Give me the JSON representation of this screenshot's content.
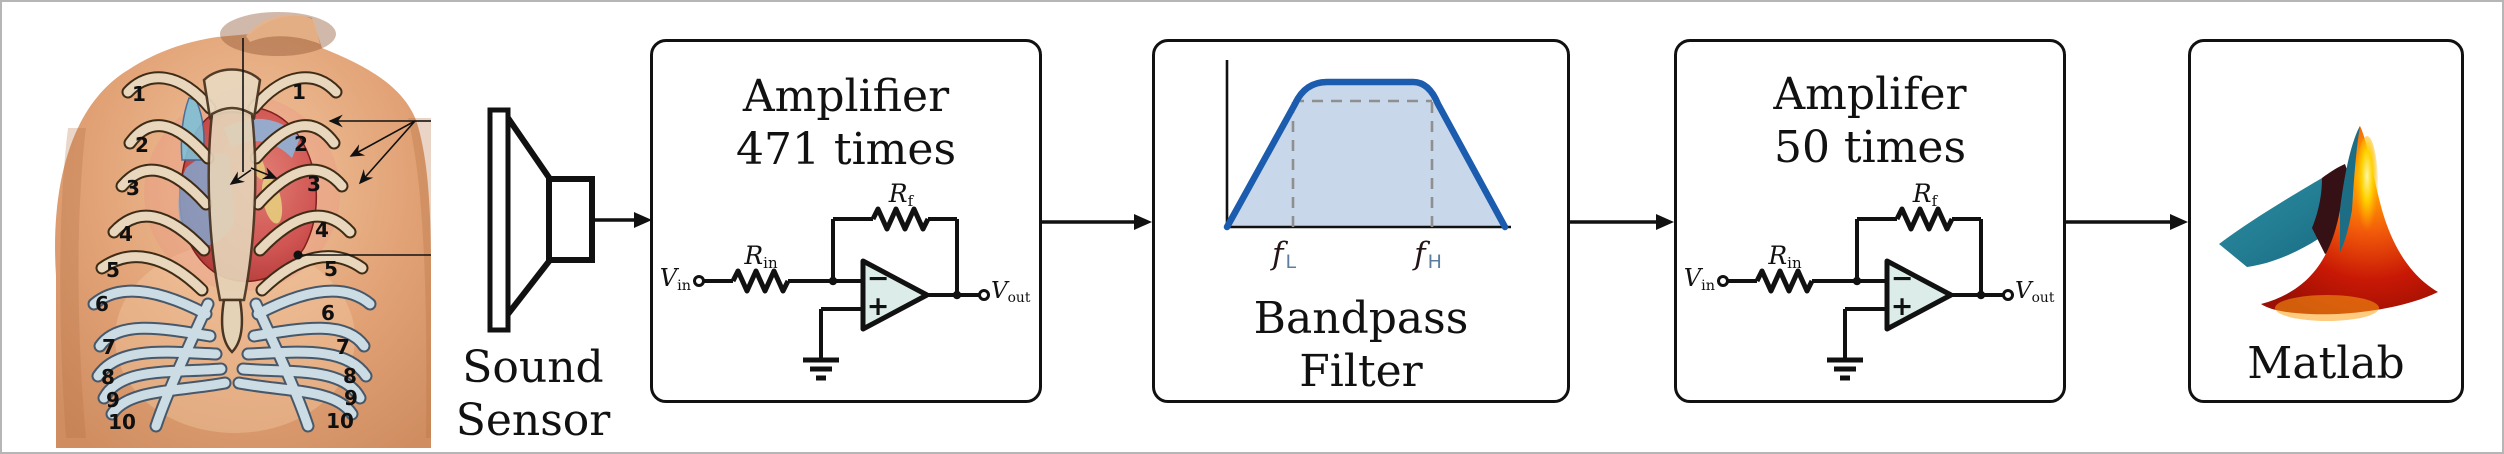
{
  "canvas": {
    "background": "#ffffff",
    "border_color": "#b6b6b6"
  },
  "chest": {
    "rib_numbers_left": [
      "1",
      "2",
      "3",
      "4",
      "5",
      "6",
      "7",
      "8",
      "9",
      "10"
    ],
    "rib_numbers_right": [
      "1",
      "2",
      "3",
      "4",
      "5",
      "6",
      "7",
      "8",
      "9",
      "10"
    ]
  },
  "sound_sensor": {
    "label_line1": "Sound",
    "label_line2": "Sensor"
  },
  "amplifier1": {
    "title_line1": "Amplifier",
    "title_line2": "471 times",
    "labels": {
      "vin_main": "V",
      "vin_sub": "in",
      "rin_main": "R",
      "rin_sub": "in",
      "rf_main": "R",
      "rf_sub": "f",
      "vout_main": "V",
      "vout_sub": "out",
      "minus": "−",
      "plus": "+"
    }
  },
  "bandpass": {
    "title_line1": "Bandpass",
    "title_line2": "Filter",
    "labels": {
      "fl_main": "f",
      "fl_sub": "L",
      "fh_main": "f",
      "fh_sub": "H"
    }
  },
  "amplifier2": {
    "title_line1": "Amplifer",
    "title_line2": "50 times",
    "labels": {
      "vin_main": "V",
      "vin_sub": "in",
      "rin_main": "R",
      "rin_sub": "in",
      "rf_main": "R",
      "rf_sub": "f",
      "vout_main": "V",
      "vout_sub": "out",
      "minus": "−",
      "plus": "+"
    }
  },
  "matlab": {
    "label": "Matlab"
  },
  "colors": {
    "opamp_fill": "#dcede9",
    "bandpass_stroke": "#1c5cae",
    "bandpass_fill": "#c9d7ea",
    "dashed_line": "#8f8f8f",
    "f_subscript_blue": "#5d7d9e",
    "matlab_teal": "#2e8fa5",
    "matlab_dark": "#351014",
    "matlab_red": "#c81805",
    "matlab_orange": "#f25a0a",
    "matlab_yellow": "#ffd400",
    "skin": "#e2a377",
    "bone": "#e8d7bd",
    "cartilage": "#ccdce4",
    "heart_red": "#cf4f4f",
    "vein_blue": "#82a4cc"
  }
}
